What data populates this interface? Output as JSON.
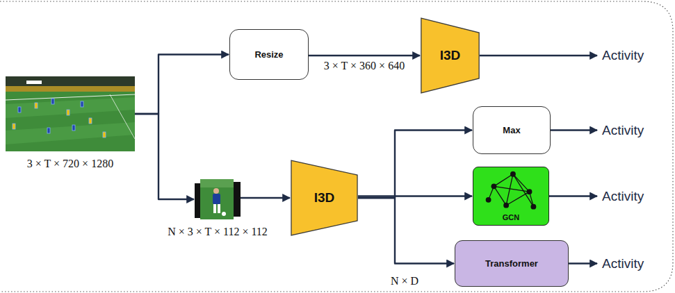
{
  "diagram": {
    "nodes": [
      {
        "text": [
          "3 × T × 720 × 1280"
        ]
      },
      {
        "text": [
          "Resize"
        ]
      },
      {
        "text": [
          "I3D"
        ]
      },
      {
        "text": [
          "N × 3 × T × 112 × 112"
        ]
      },
      {
        "text": [
          "I3D"
        ]
      },
      {
        "text": [
          "Max"
        ]
      },
      {
        "text": [
          "GCN"
        ]
      },
      {
        "text": [
          "Transformer"
        ]
      }
    ],
    "edges": [
      {
        "from": 0,
        "to": 1,
        "arrow": "to"
      },
      {
        "from": 1,
        "to": 2,
        "arrow": "to",
        "label": "3 × T × 360 × 640"
      },
      {
        "from": 0,
        "to": 3,
        "arrow": "to"
      },
      {
        "from": 3,
        "to": 4,
        "arrow": "to"
      },
      {
        "from": 4,
        "to": 5,
        "arrow": "to"
      },
      {
        "from": 4,
        "to": 6,
        "arrow": "to"
      },
      {
        "from": 4,
        "to": 7,
        "arrow": "to"
      }
    ],
    "labels": [
      "Activity",
      "Activity",
      "Activity",
      "Activity",
      "N × D"
    ]
  }
}
